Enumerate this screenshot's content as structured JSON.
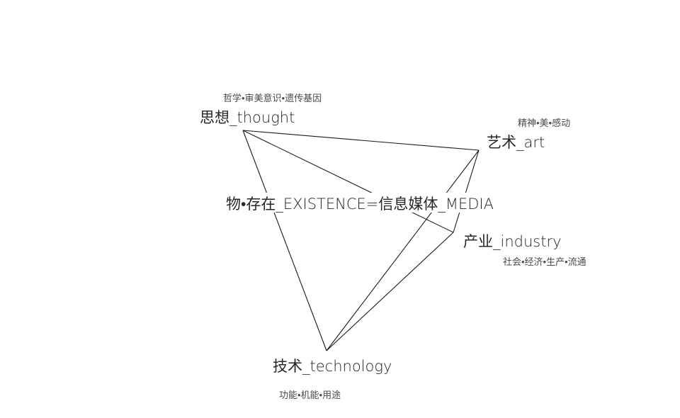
{
  "nodes": {
    "thought": {
      "label": "思想_thought",
      "sub": "哲学•审美意识•遗传基因"
    },
    "art": {
      "label": "艺术_art",
      "sub": "精神•美•感动"
    },
    "industry": {
      "label": "产业_industry",
      "sub": "社会•经济•生产•流通"
    },
    "technology": {
      "label": "技术_technology",
      "sub": "功能•机能•用途"
    }
  },
  "center": {
    "label": "物•存在_EXISTENCE=信息媒体_MEDIA"
  },
  "colors": {
    "line": "#1a1a1a",
    "text": "#262626",
    "subtext": "#4a4a4a"
  }
}
